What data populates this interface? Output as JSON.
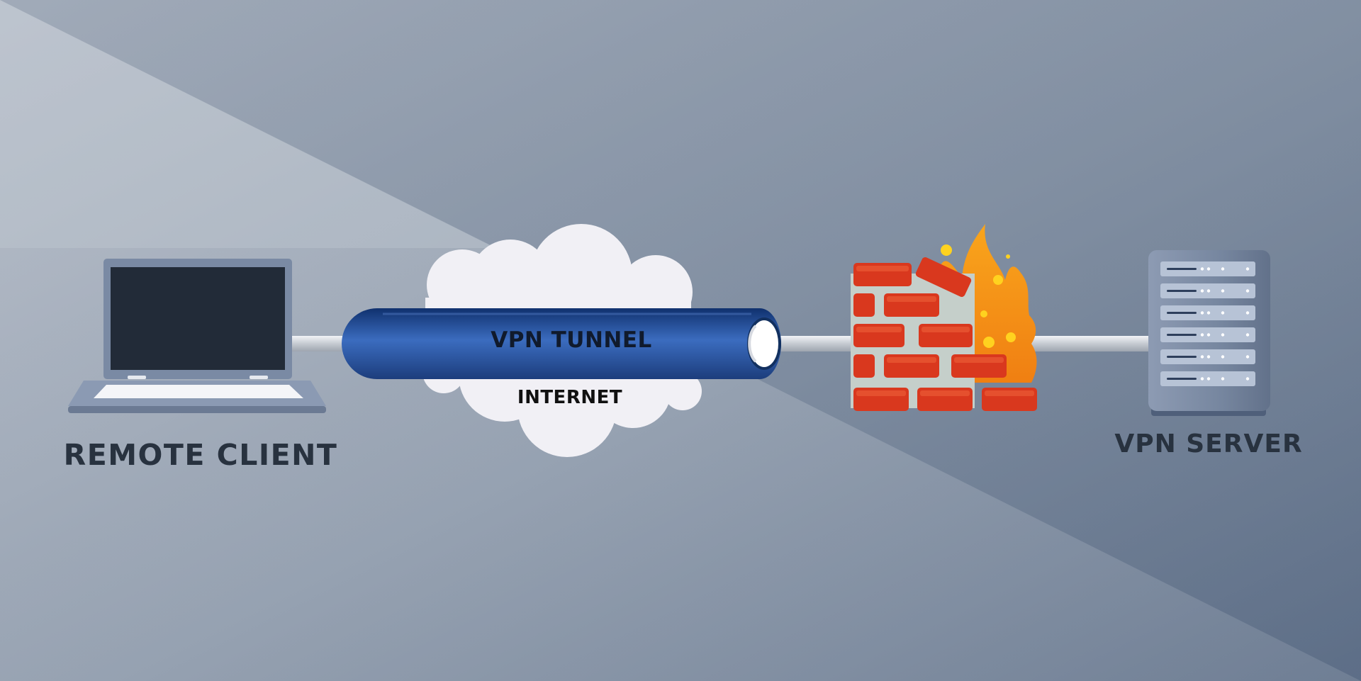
{
  "diagram": {
    "nodes": {
      "remote_client": {
        "label": "REMOTE CLIENT",
        "icon": "laptop-icon"
      },
      "internet": {
        "label": "INTERNET",
        "icon": "cloud-icon"
      },
      "vpn_tunnel": {
        "label": "VPN TUNNEL",
        "icon": "tunnel-pipe-icon"
      },
      "firewall": {
        "icon": "firewall-icon"
      },
      "vpn_server": {
        "label": "VPN SERVER",
        "icon": "server-rack-icon"
      }
    },
    "connections": [
      {
        "from": "remote_client",
        "to": "vpn_tunnel"
      },
      {
        "from": "vpn_tunnel",
        "to": "firewall"
      },
      {
        "from": "firewall",
        "to": "vpn_server"
      }
    ]
  },
  "colors": {
    "background_light": "#b8c0cb",
    "background_dark": "#5f7088",
    "tunnel_blue": "#2d57a0",
    "cloud": "#f1f0f5",
    "brick_red": "#d9381e",
    "flame_orange": "#f7931e",
    "label_dark": "#28323f"
  }
}
